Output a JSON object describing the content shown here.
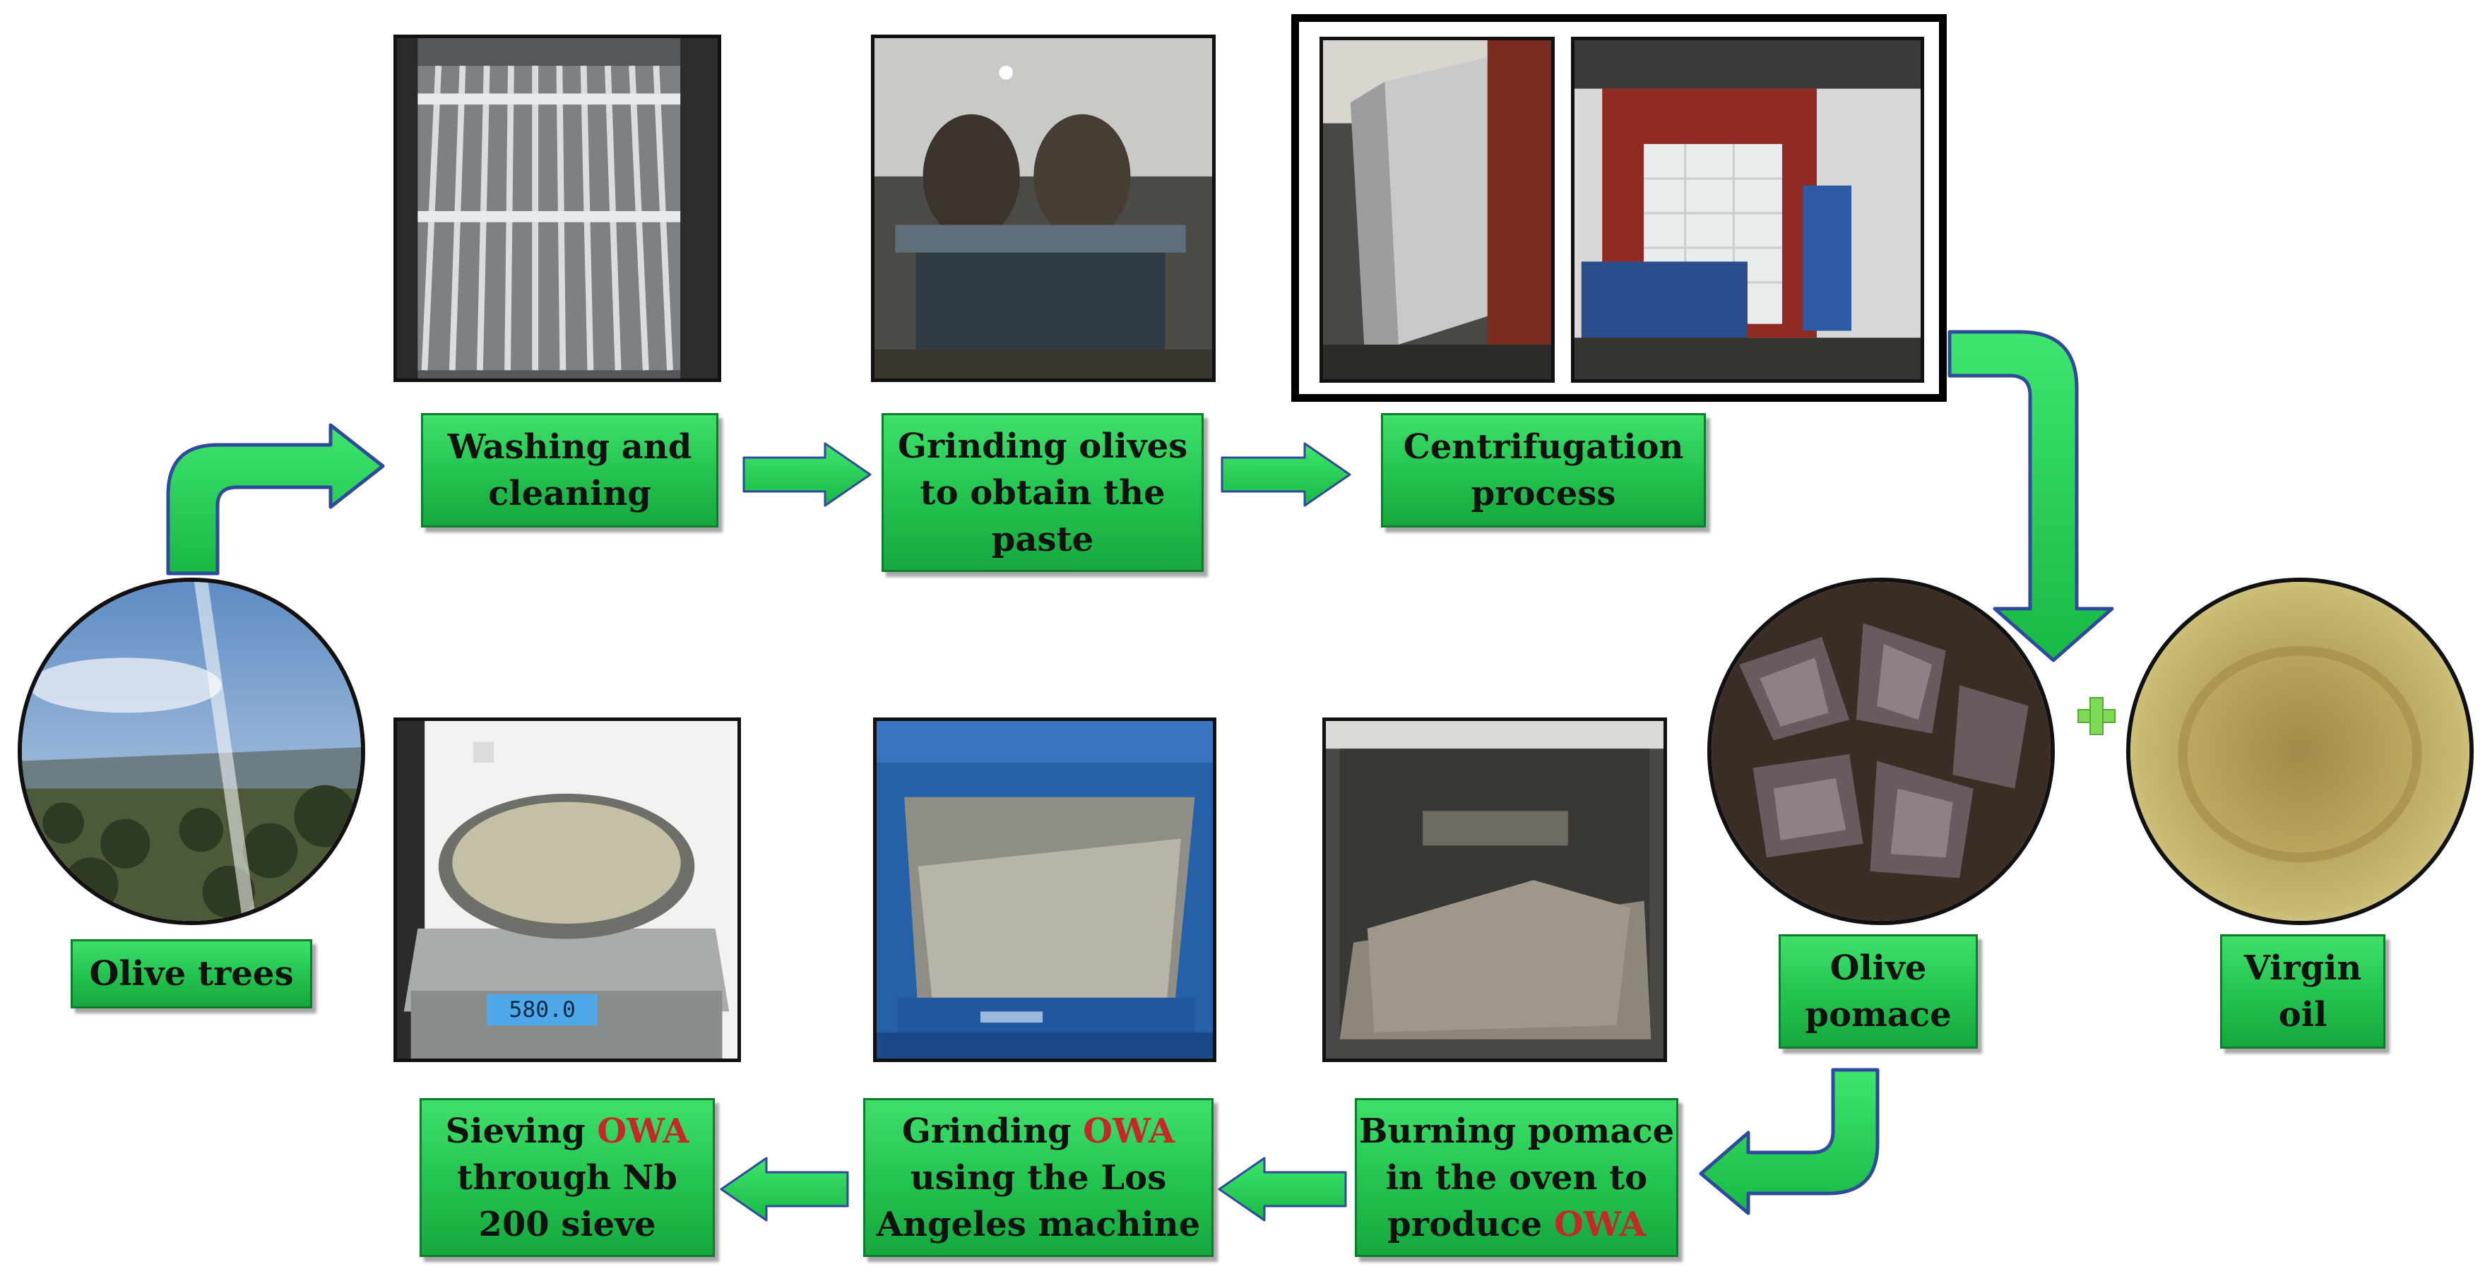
{
  "labels": {
    "washing": [
      "Washing and",
      "cleaning"
    ],
    "grinding_olives": [
      "Grinding olives",
      "to obtain the",
      "paste"
    ],
    "centrifugation": [
      "Centrifugation",
      "process"
    ],
    "olive_trees": "Olive trees",
    "olive_pomace": [
      "Olive",
      "pomace"
    ],
    "virgin_oil": [
      "Virgin",
      "oil"
    ],
    "burning": {
      "line1": "Burning pomace",
      "line2": "in the oven to",
      "line3_pre": "produce ",
      "line3_red": "OWA"
    },
    "grinding_owa": {
      "line1_pre": "Grinding ",
      "line1_red": "OWA",
      "line2": "using the Los",
      "line3": "Angeles machine"
    },
    "sieving": {
      "line1_pre": "Sieving ",
      "line1_red": "OWA",
      "line2": "through Nb",
      "line3": "200 sieve"
    }
  },
  "scale_display": "580.0",
  "colors": {
    "label_green": "#23c24f",
    "arrow_green": "#22c94c",
    "arrow_outline": "#2e4a9a",
    "owa_red": "#c62828",
    "plus_green": "#7ed957"
  }
}
